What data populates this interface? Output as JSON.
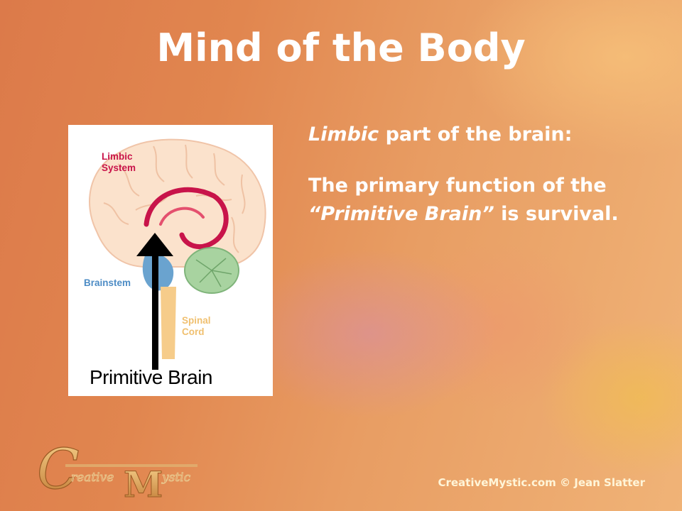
{
  "slide": {
    "title": "Mind of the Body",
    "figure": {
      "label_limbic": "Limbic\nSystem",
      "label_brainstem": "Brainstem",
      "label_spinal": "Spinal\nCord",
      "label_primitive": "Primitive Brain"
    },
    "heading": {
      "italic": "Limbic",
      "rest": " part of the brain:"
    },
    "statement": {
      "part1": "The primary function of the ",
      "italic": "“Primitive Brain”",
      "part2": " is survival."
    },
    "logo_text": {
      "c_letter": "C",
      "left": "reative",
      "m_letter": "M",
      "right": "ystic"
    },
    "footer": "CreativeMystic.com © Jean Slatter"
  },
  "colors": {
    "limbic_red": "#c8144a",
    "brainstem_blue": "#4d8cc5",
    "spinal_yellow": "#f0c070",
    "cerebellum_green": "#8fc28a",
    "brain_peach": "#fbe2cc"
  }
}
